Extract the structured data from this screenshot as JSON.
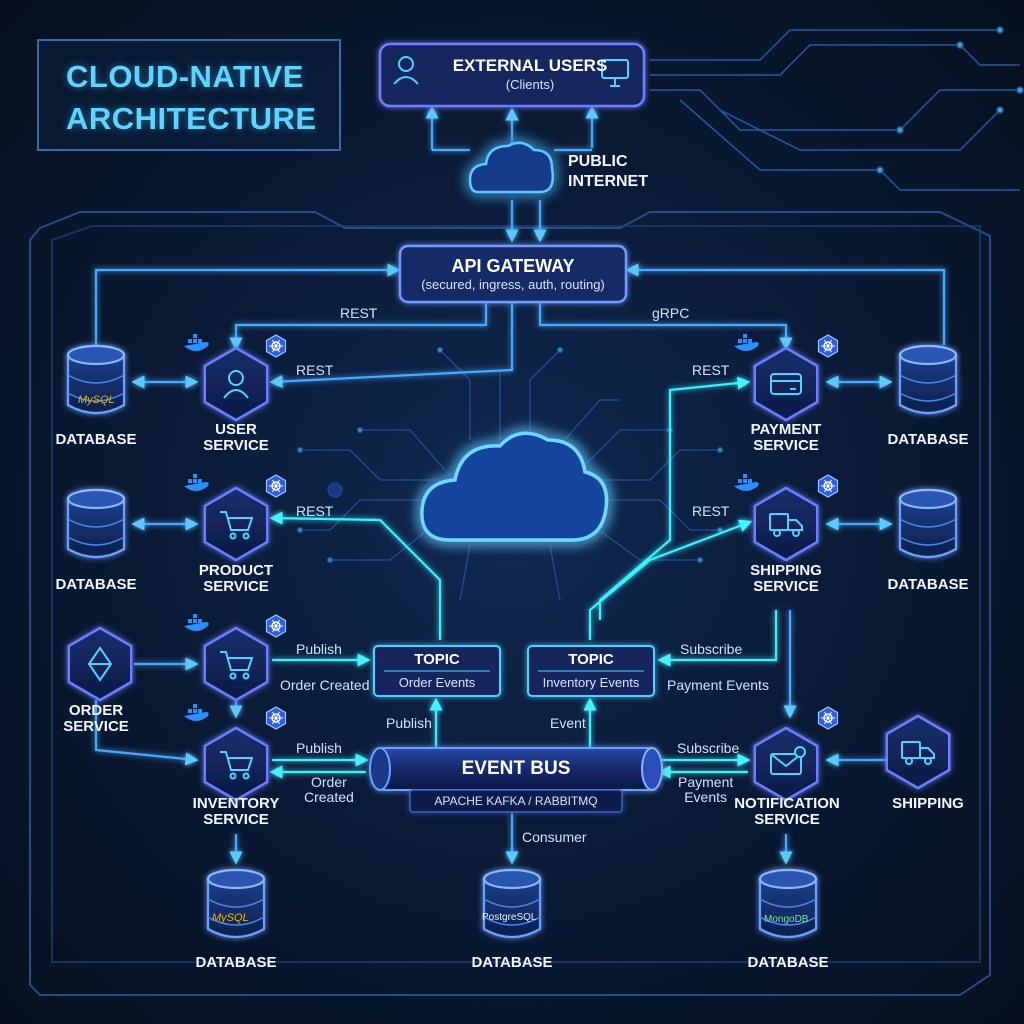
{
  "title": {
    "line1": "CLOUD-NATIVE",
    "line2": "ARCHITECTURE"
  },
  "external_users": {
    "title": "EXTERNAL USERS",
    "subtitle": "(Clients)"
  },
  "public_internet": {
    "line1": "PUBLIC",
    "line2": "INTERNET"
  },
  "api_gateway": {
    "title": "API GATEWAY",
    "subtitle": "(secured, ingress, auth, routing)"
  },
  "services": {
    "user": {
      "line1": "USER",
      "line2": "SERVICE"
    },
    "product": {
      "line1": "PRODUCT",
      "line2": "SERVICE"
    },
    "order": {
      "line1": "ORDER",
      "line2": "SERVICE"
    },
    "inventory": {
      "line1": "INVENTORY",
      "line2": "SERVICE"
    },
    "payment": {
      "line1": "PAYMENT",
      "line2": "SERVICE"
    },
    "shipping": {
      "line1": "SHIPPING",
      "line2": "SERVICE"
    },
    "notification": {
      "line1": "NOTIFICATION",
      "line2": "SERVICE"
    },
    "shipping_external": "SHIPPING"
  },
  "databases": {
    "label": "DATABASE",
    "mysql_brand": "MySQL",
    "postgres_brand": "PostgreSQL",
    "mongo_brand": "MongoDB"
  },
  "topics": {
    "order": {
      "title": "TOPIC",
      "subtitle": "Order Events"
    },
    "inventory": {
      "title": "TOPIC",
      "subtitle": "Inventory Events"
    }
  },
  "event_bus": {
    "title": "EVENT BUS",
    "subtitle": "APACHE KAFKA / RABBITMQ"
  },
  "edge_labels": {
    "rest": "REST",
    "grpc": "gRPC",
    "publish": "Publish",
    "subscribe": "Subscribe",
    "order_created": "Order Created",
    "order": "Order",
    "created": "Created",
    "payment_events": "Payment Events",
    "payment": "Payment",
    "events": "Events",
    "event": "Event",
    "consumer": "Consumer"
  },
  "colors": {
    "accent": "#4fd2ff",
    "hex_border": "#5d7dff",
    "glow": "#1e90ff",
    "background": "#0a1b38"
  }
}
